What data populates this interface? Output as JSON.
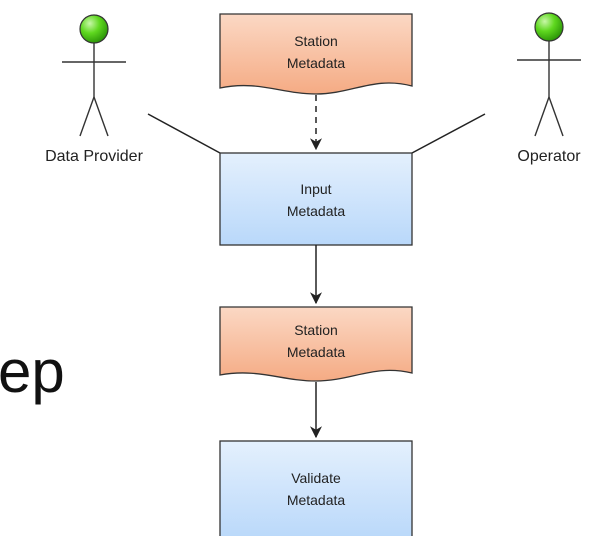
{
  "background_text": "ep",
  "actors": {
    "data_provider": {
      "label": "Data Provider"
    },
    "operator": {
      "label": "Operator"
    }
  },
  "nodes": {
    "station_metadata_top": {
      "line1": "Station",
      "line2": "Metadata",
      "kind": "document"
    },
    "input_metadata": {
      "line1": "Input",
      "line2": "Metadata",
      "kind": "process"
    },
    "station_metadata_mid": {
      "line1": "Station",
      "line2": "Metadata",
      "kind": "document"
    },
    "validate_metadata": {
      "line1": "Validate",
      "line2": "Metadata",
      "kind": "process"
    }
  },
  "colors": {
    "document_fill": "#f7b593",
    "process_fill": "#c9e1fb",
    "actor_head": "#4fcf1a",
    "stroke": "#222222"
  }
}
